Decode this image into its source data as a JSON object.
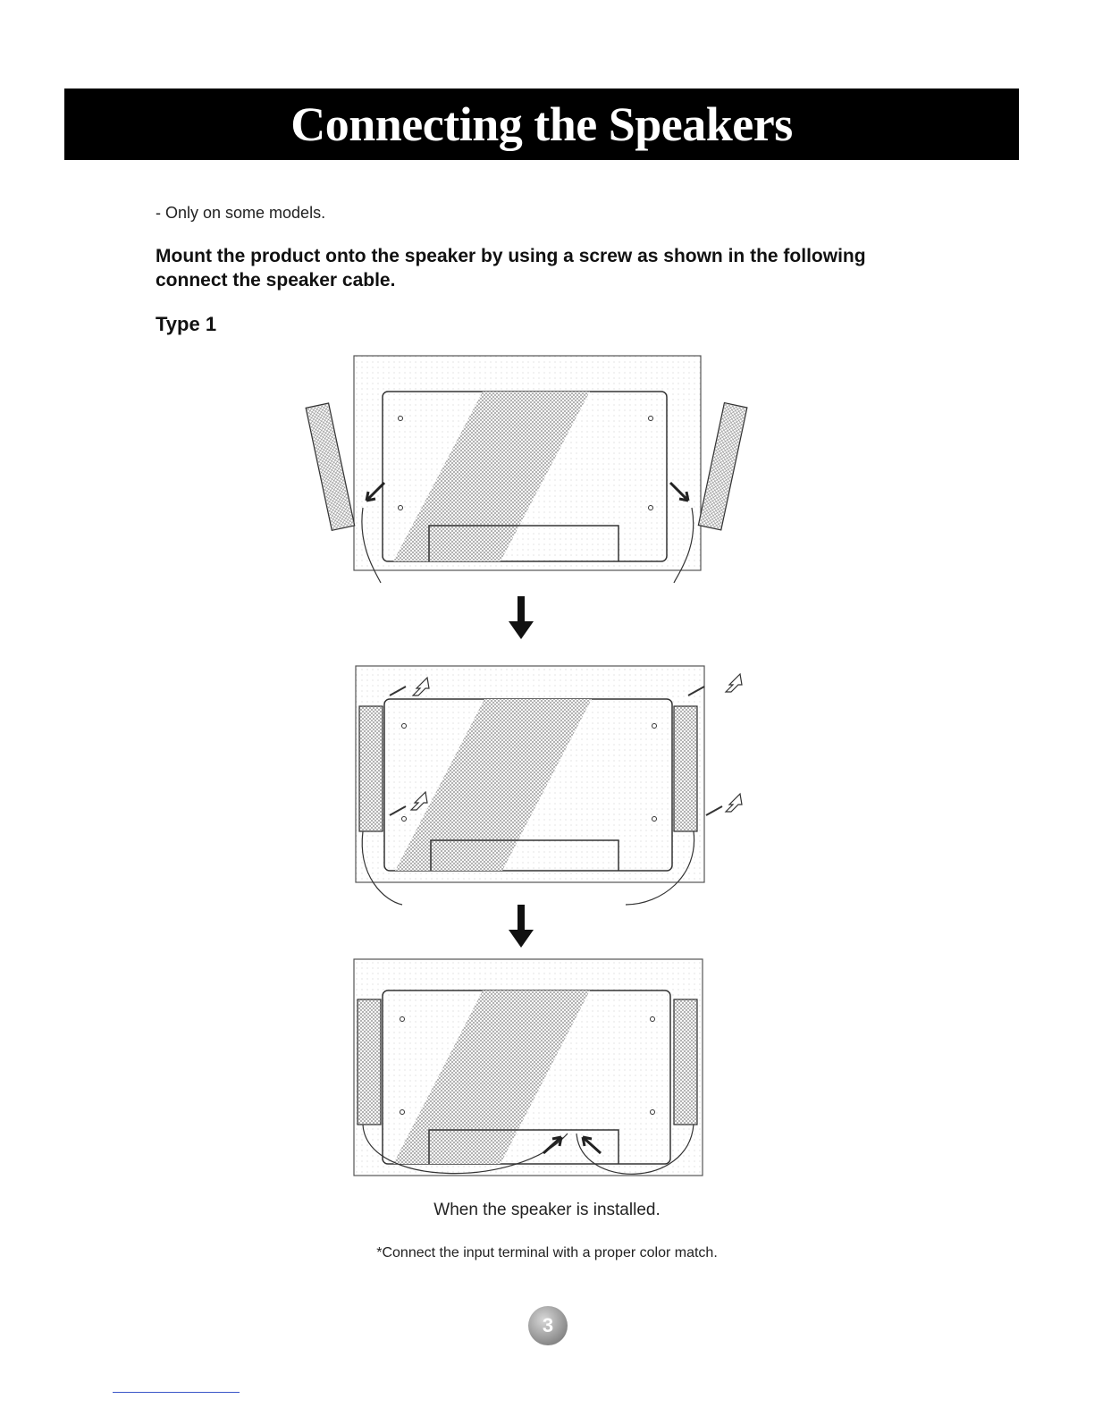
{
  "header": {
    "title": "Connecting the Speakers"
  },
  "note": "- Only on some models.",
  "instruction": "Mount the product onto the speaker by using a screw as shown in the following connect the speaker cable.",
  "type_label": "Type 1",
  "captions": {
    "installed": "When the speaker is installed.",
    "color_match": "*Connect the input terminal with a proper color match."
  },
  "page_number": "3",
  "colors": {
    "title_bar": "#000000",
    "title_text": "#ffffff"
  }
}
